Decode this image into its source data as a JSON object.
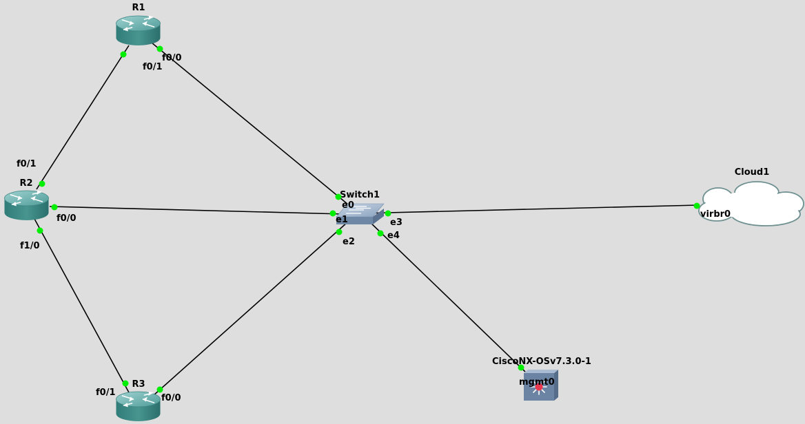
{
  "nodes": {
    "r1": {
      "name": "R1",
      "type": "router"
    },
    "r2": {
      "name": "R2",
      "type": "router"
    },
    "r3": {
      "name": "R3",
      "type": "router"
    },
    "switch1": {
      "name": "Switch1",
      "type": "switch"
    },
    "cloud1": {
      "name": "Cloud1",
      "type": "cloud"
    },
    "nxos": {
      "name": "CiscoNX-OSv7.3.0-1",
      "type": "nexus-switch"
    }
  },
  "links": [
    {
      "from": "R1",
      "from_port": "f0/1",
      "to": "R2",
      "to_port": "f0/1"
    },
    {
      "from": "R1",
      "from_port": "f0/0",
      "to": "Switch1",
      "to_port": "e0"
    },
    {
      "from": "R2",
      "from_port": "f0/0",
      "to": "Switch1",
      "to_port": "e1"
    },
    {
      "from": "R2",
      "from_port": "f1/0",
      "to": "R3",
      "to_port": "f0/1"
    },
    {
      "from": "R3",
      "from_port": "f0/0",
      "to": "Switch1",
      "to_port": "e2"
    },
    {
      "from": "Switch1",
      "from_port": "e3",
      "to": "Cloud1",
      "to_port": "virbr0"
    },
    {
      "from": "Switch1",
      "from_port": "e4",
      "to": "CiscoNX-OSv7.3.0-1",
      "to_port": "mgmt0"
    }
  ],
  "ports": {
    "r1_f0_1": "f0/1",
    "r1_f0_0": "f0/0",
    "r2_f0_1": "f0/1",
    "r2_f0_0": "f0/0",
    "r2_f1_0": "f1/0",
    "r3_f0_1": "f0/1",
    "r3_f0_0": "f0/0",
    "sw_e0": "e0",
    "sw_e1": "e1",
    "sw_e2": "e2",
    "sw_e3": "e3",
    "sw_e4": "e4",
    "cloud_virbr0": "virbr0",
    "nxos_mgmt0": "mgmt0"
  },
  "colors": {
    "background": "#dedede",
    "link": "#000000",
    "port_up": "#00ee00",
    "router_body": "#3e8f8c",
    "switch_body": "#7f98b4",
    "cloud_fill": "#ffffff",
    "cloud_stroke": "#6e9090",
    "nexus_body": "#6b84a3",
    "nexus_led": "#e8384f"
  }
}
